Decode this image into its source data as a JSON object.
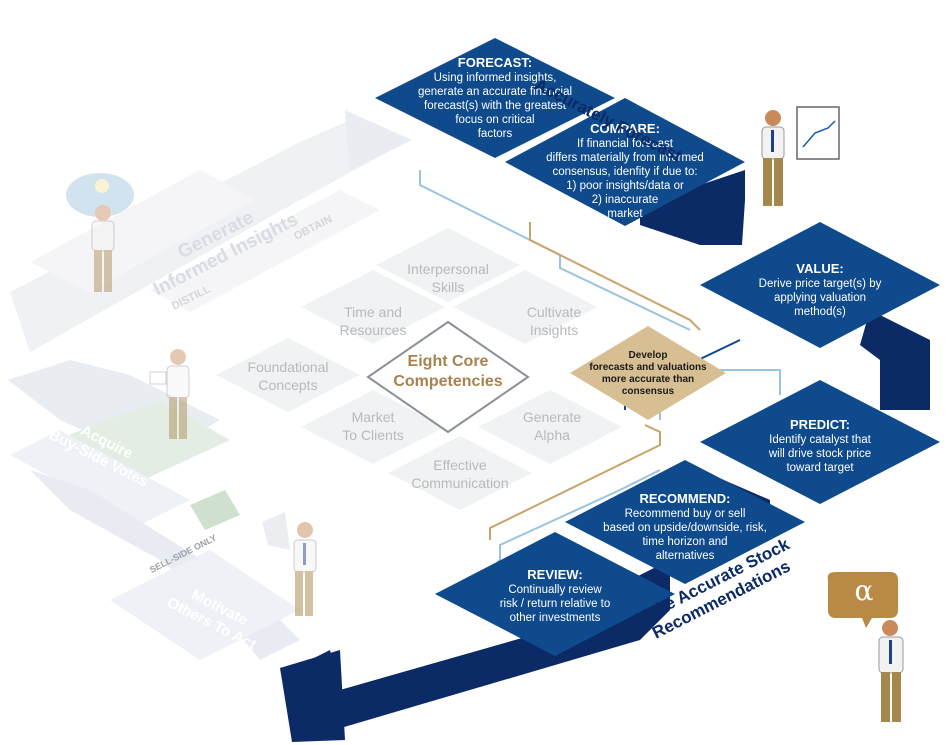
{
  "center": {
    "title_line1": "Eight Core",
    "title_line2": "Competencies",
    "develop_line1": "Develop",
    "develop_line2": "forecasts and valuations",
    "develop_line3": "more accurate than",
    "develop_line4": "consensus"
  },
  "competencies": {
    "interpersonal": [
      "Interpersonal",
      "Skills"
    ],
    "time": [
      "Time and",
      "Resources"
    ],
    "cultivate": [
      "Cultivate",
      "Insights"
    ],
    "foundational": [
      "Foundational",
      "Concepts"
    ],
    "market": [
      "Market",
      "To Clients"
    ],
    "generate_alpha": [
      "Generate",
      "Alpha"
    ],
    "effective": [
      "Effective",
      "Communication"
    ]
  },
  "steps": {
    "forecast": {
      "title": "FORECAST:",
      "lines": [
        "Using informed insights,",
        "generate an accurate financial",
        "forecast(s) with the greatest",
        "focus on critical",
        "factors"
      ]
    },
    "compare": {
      "title": "COMPARE:",
      "lines": [
        "If financial forecast",
        "differs materially from informed",
        "consensus, idenfity if due to:",
        "1) poor insights/data or",
        "2) inaccurate",
        "market"
      ]
    },
    "value": {
      "title": "VALUE:",
      "lines": [
        "Derive price target(s) by",
        "applying valuation",
        "method(s)"
      ]
    },
    "predict": {
      "title": "PREDICT:",
      "lines": [
        "Identify catalyst that",
        "will drive stock price",
        "toward target"
      ]
    },
    "recommend": {
      "title": "RECOMMEND:",
      "lines": [
        "Recommend buy or sell",
        "based on upside/downside, risk,",
        "time horizon and",
        "alternatives"
      ]
    },
    "review": {
      "title": "REVIEW:",
      "lines": [
        "Continually review",
        "risk / return relative to",
        "other investments"
      ]
    }
  },
  "bands": {
    "accurately_forecast": "Accurately Forecast",
    "make_accurate_line1": "Make Accurate Stock",
    "make_accurate_line2": "Recommendations",
    "generate_line1": "Generate",
    "generate_line2": "Informed Insights",
    "obtain": "OBTAIN",
    "distill": "DISTILL",
    "acquire_line1": "Acquire",
    "acquire_line2": "Buy-Side Votes",
    "sell_side_only": "SELL-SIDE ONLY",
    "motivate_line1": "Motivate",
    "motivate_line2": "Others To Act"
  },
  "alpha_symbol": "α",
  "colors": {
    "navy": "#0e4a8c",
    "dark_navy": "#0b2a66",
    "tan": "#c8a46a",
    "faded_text": "#b7b9be",
    "faded_tile": "#eeeff2",
    "light_blue_line": "#9cc3de",
    "alpha_bubble": "#b98a45"
  }
}
